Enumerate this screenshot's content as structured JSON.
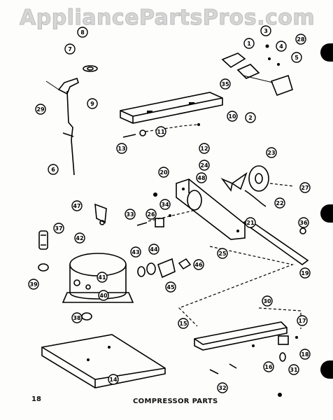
{
  "watermark": "AppliancePartsPros.com",
  "page_number": "18",
  "title": "COMPRESSOR PARTS",
  "callouts": [
    "1",
    "2",
    "3",
    "4",
    "5",
    "6",
    "7",
    "8",
    "9",
    "10",
    "11",
    "12",
    "13",
    "14",
    "15",
    "16",
    "17",
    "18",
    "19",
    "20",
    "21",
    "22",
    "23",
    "24",
    "25",
    "26",
    "27",
    "28",
    "29",
    "30",
    "31",
    "32",
    "33",
    "34",
    "35",
    "36",
    "37",
    "38",
    "39",
    "40",
    "41",
    "42",
    "43",
    "44",
    "45",
    "46",
    "47",
    "48"
  ]
}
